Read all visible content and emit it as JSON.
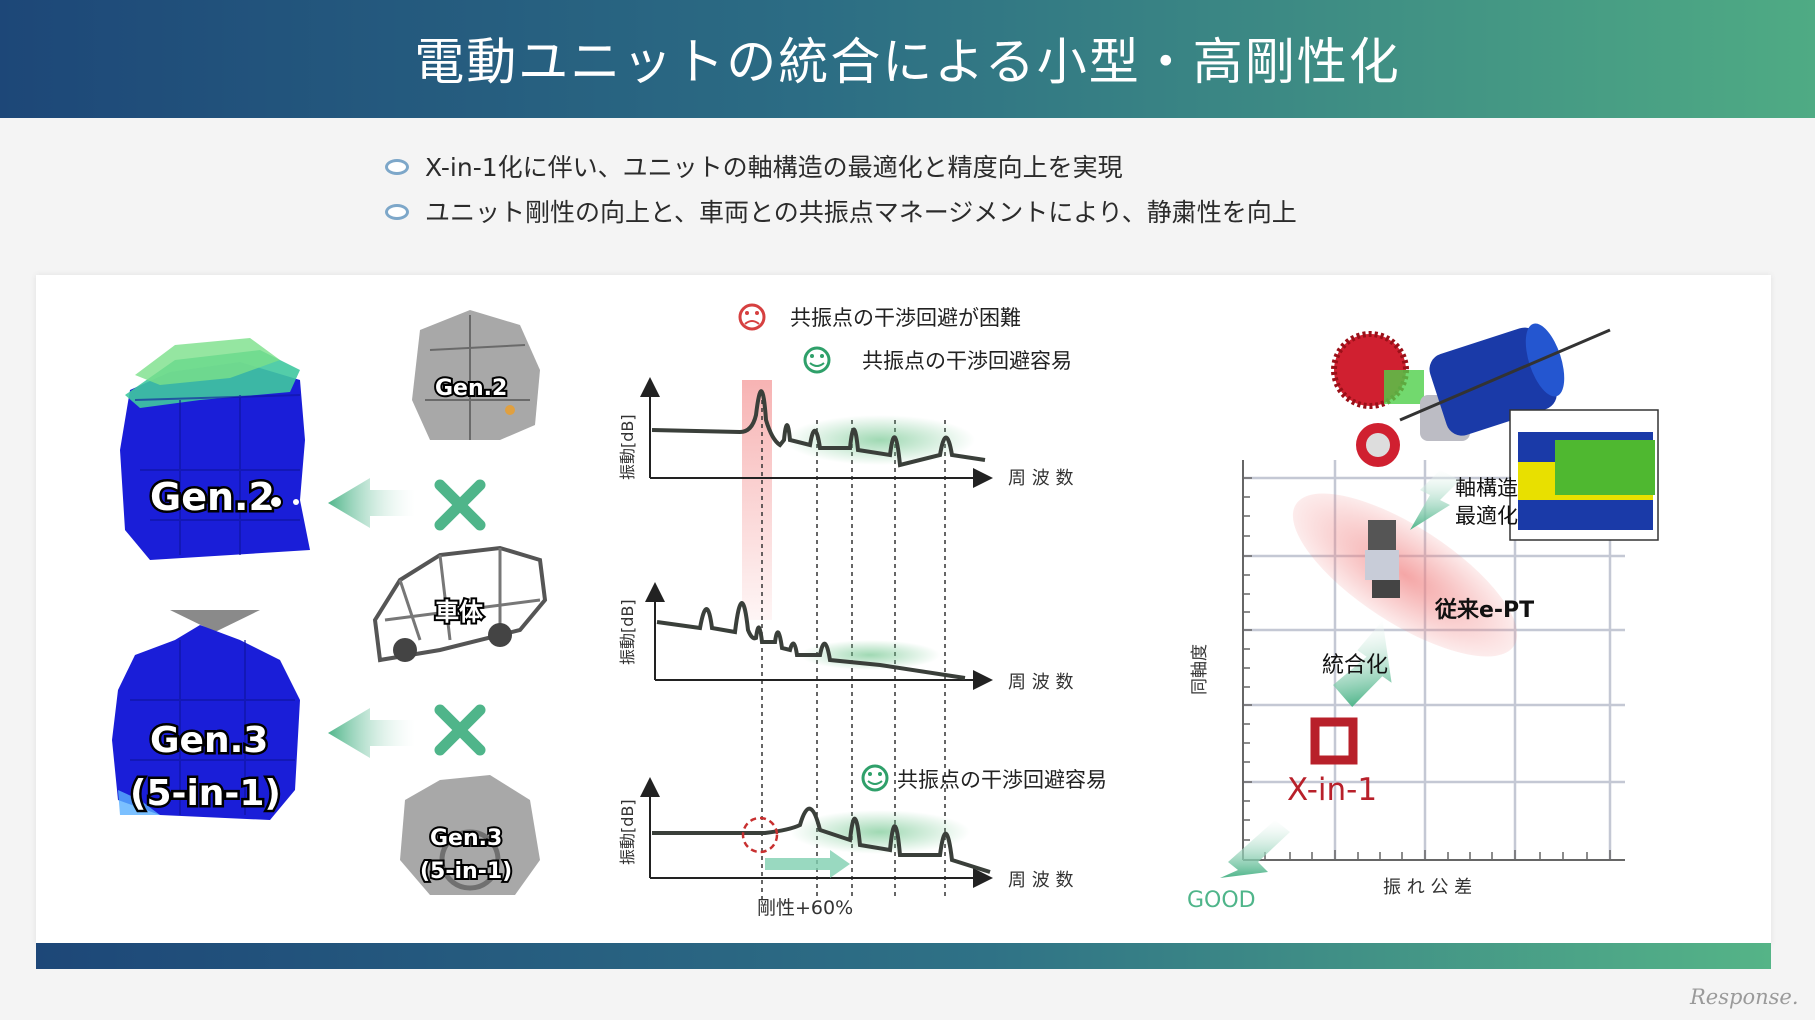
{
  "header": {
    "title": "電動ユニットの統合による小型・高剛性化"
  },
  "bullets": [
    "X-in-1化に伴い、ユニットの軸構造の最適化と精度向上を実現",
    "ユニット剛性の向上と、車両との共振点マネージメントにより、静粛性を向上"
  ],
  "left": {
    "gen2_label": "Gen.2",
    "gen3_label": "Gen.3",
    "gen3_sub": "(5-in-1)",
    "thumb_gen2": "Gen.2",
    "thumb_body": "車体",
    "thumb_gen3": "Gen.3",
    "thumb_gen3_sub": "(5-in-1)"
  },
  "middle": {
    "legend_bad": "共振点の干渉回避が困難",
    "legend_good": "共振点の干渉回避容易",
    "legend_good_bottom": "共振点の干渉回避容易",
    "ylabel": "振動[dB]",
    "xlabel": "周 波 数",
    "stiffness": "剛性+60%"
  },
  "right": {
    "shaft_label_1": "軸構造",
    "shaft_label_2": "最適化",
    "conventional": "従来e-PT",
    "integration": "統合化",
    "xin1": "X-in-1",
    "ylabel": "同軸度",
    "xlabel": "振 れ 公 差",
    "good": "GOOD"
  },
  "footer": {
    "logo": "Response."
  },
  "colors": {
    "accent_green": "#4fb58a",
    "red": "#b8202a",
    "blue_unit": "#1a1ed8"
  }
}
